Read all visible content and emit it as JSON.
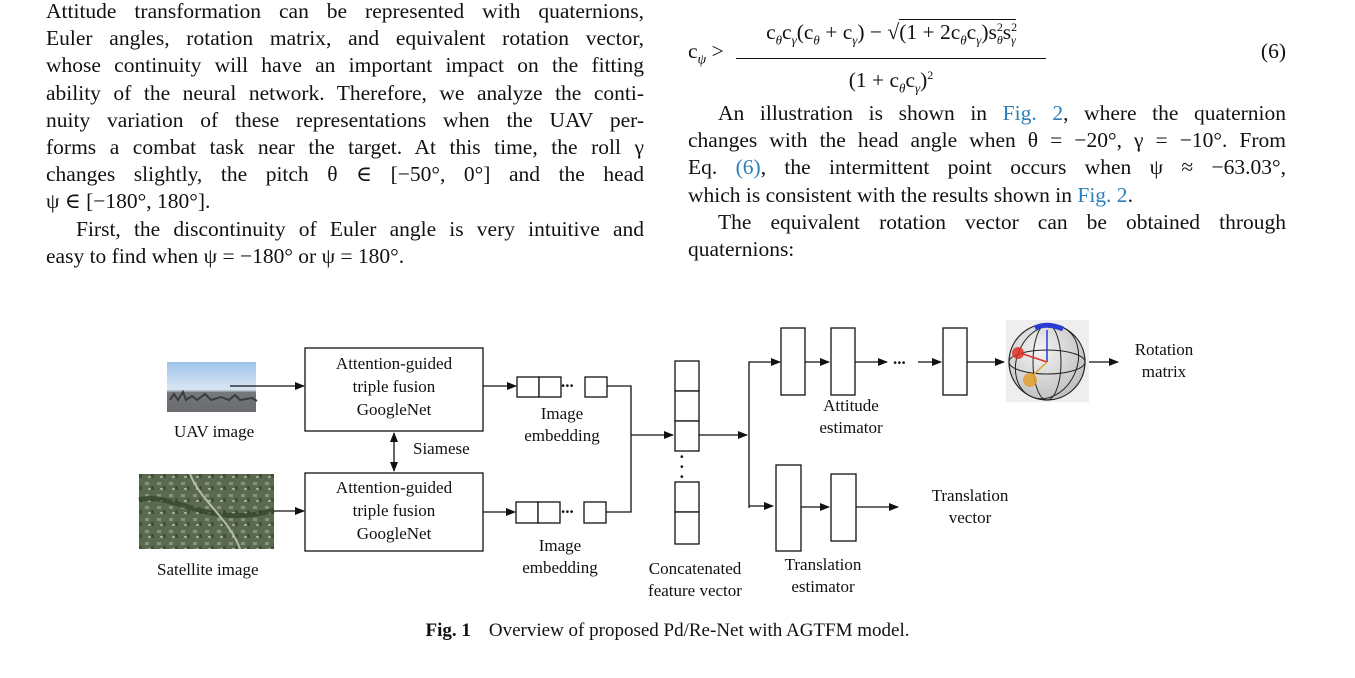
{
  "left_column": {
    "lines": [
      "Attitude transformation can be represented with quaternions,",
      "Euler angles, rotation matrix, and equivalent rotation vector,",
      "whose continuity will have an important impact on the fitting",
      "ability of the neural network. Therefore, we analyze the conti-",
      "nuity variation of these representations when the UAV per-",
      "forms a combat task near the target. At this time, the roll γ",
      "changes slightly, the pitch θ ∈ [−50°, 0°] and the head",
      "ψ ∈ [−180°, 180°].",
      "First, the discontinuity of Euler angle is very intuitive and",
      "easy to find when ψ = −180° or ψ = 180°."
    ]
  },
  "right_column": {
    "equation": {
      "lhs": "c",
      "lhs_sub": "ψ",
      "relation": ">",
      "number": "(6)"
    },
    "para1": {
      "line1_a": "An illustration is shown in ",
      "fig2_link_1": "Fig. 2",
      "line1_b": ", where the quaternion",
      "line2": "changes with the head angle when θ = −20°, γ = −10°. From",
      "line3_a": "Eq. ",
      "eq6_link": "(6)",
      "line3_b": ", the intermittent point occurs when ψ ≈ −63.03°,",
      "line4_a": "which is consistent with the results shown in ",
      "fig2_link_2": "Fig. 2",
      "line4_b": "."
    },
    "para2": {
      "line1": "The equivalent rotation vector can be obtained through",
      "line2": "quaternions:"
    }
  },
  "figure": {
    "uav_image_label": "UAV image",
    "satellite_image_label": "Satellite image",
    "fusion_box_top": [
      "Attention-guided",
      "triple fusion",
      "GoogleNet"
    ],
    "fusion_box_bottom": [
      "Attention-guided",
      "triple fusion",
      "GoogleNet"
    ],
    "siamese_label": "Siamese",
    "image_embedding_top": [
      "Image",
      "embedding"
    ],
    "image_embedding_bottom": [
      "Image",
      "embedding"
    ],
    "concat_label": [
      "Concatenated",
      "feature vector"
    ],
    "attitude_label": [
      "Attitude",
      "estimator"
    ],
    "translation_est_label": [
      "Translation",
      "estimator"
    ],
    "rotation_output": [
      "Rotation",
      "matrix"
    ],
    "translation_output": [
      "Translation",
      "vector"
    ],
    "ellipsis": "...",
    "colors": {
      "line": "#111111",
      "link": "#2a7fb8",
      "sphere_red": "#e0302a",
      "sphere_blue": "#2b3bd6",
      "sphere_orange": "#e0a030"
    }
  },
  "caption": {
    "label": "Fig. 1",
    "text": "Overview of proposed Pd/Re-Net with AGTFM model."
  }
}
